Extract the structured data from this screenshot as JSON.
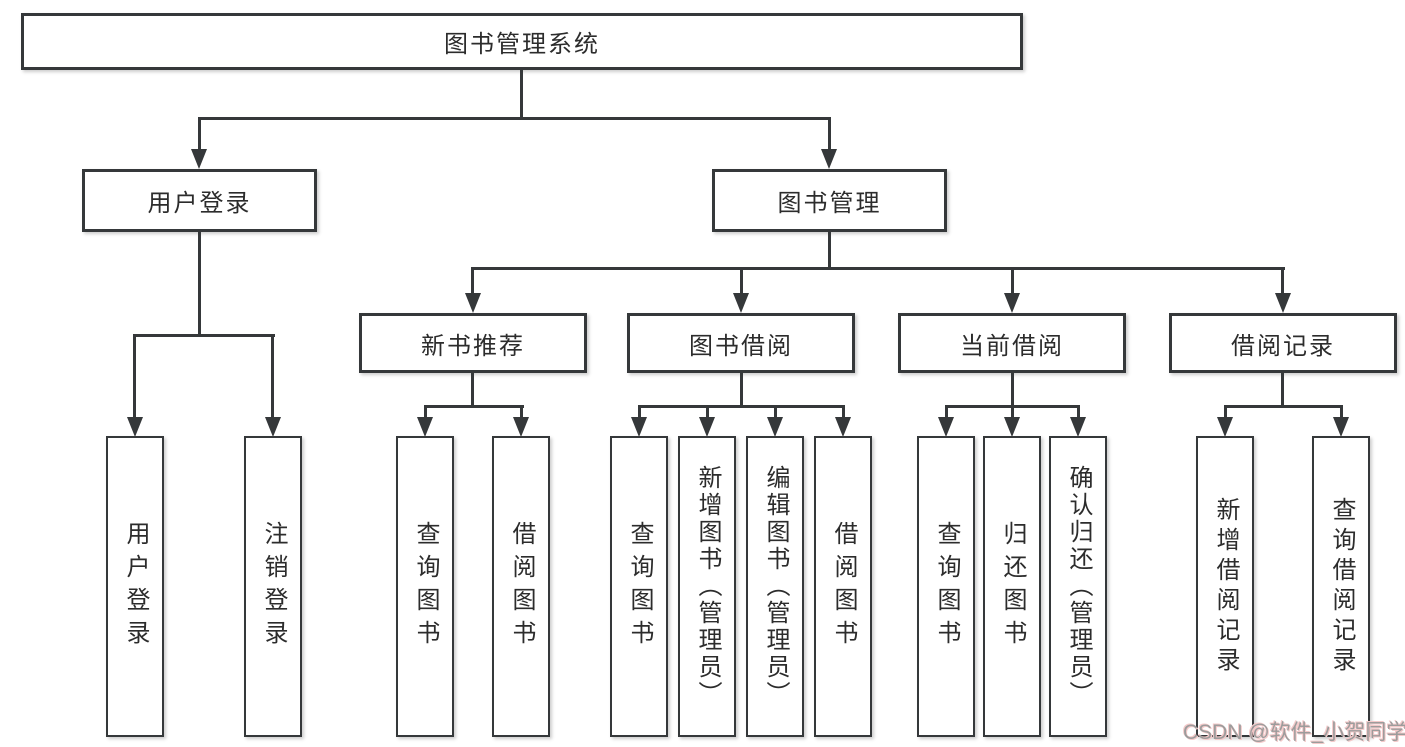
{
  "colors": {
    "page_bg": "#ffffff",
    "box_bg": "#ffffff",
    "line": "#35383a",
    "text": "#2c2c2c",
    "watermark_text": "#9c9c9c",
    "watermark_glow": "#f3c9c9"
  },
  "root": {
    "label": "图书管理系统"
  },
  "login": {
    "label": "用户登录",
    "children": [
      {
        "label": "用户登录"
      },
      {
        "label": "注销登录"
      }
    ]
  },
  "mgmt": {
    "label": "图书管理",
    "sections": [
      {
        "label": "新书推荐",
        "children": [
          {
            "label": "查询图书"
          },
          {
            "label": "借阅图书"
          }
        ]
      },
      {
        "label": "图书借阅",
        "children": [
          {
            "label": "查询图书"
          },
          {
            "label": "新增图书（管理员）"
          },
          {
            "label": "编辑图书（管理员）"
          },
          {
            "label": "借阅图书"
          }
        ]
      },
      {
        "label": "当前借阅",
        "children": [
          {
            "label": "查询图书"
          },
          {
            "label": "归还图书"
          },
          {
            "label": "确认归还（管理员）"
          }
        ]
      },
      {
        "label": "借阅记录",
        "children": [
          {
            "label": "新增借阅记录"
          },
          {
            "label": "查询借阅记录"
          }
        ]
      }
    ]
  },
  "watermark": {
    "text": "CSDN @软件_小贺同学"
  }
}
